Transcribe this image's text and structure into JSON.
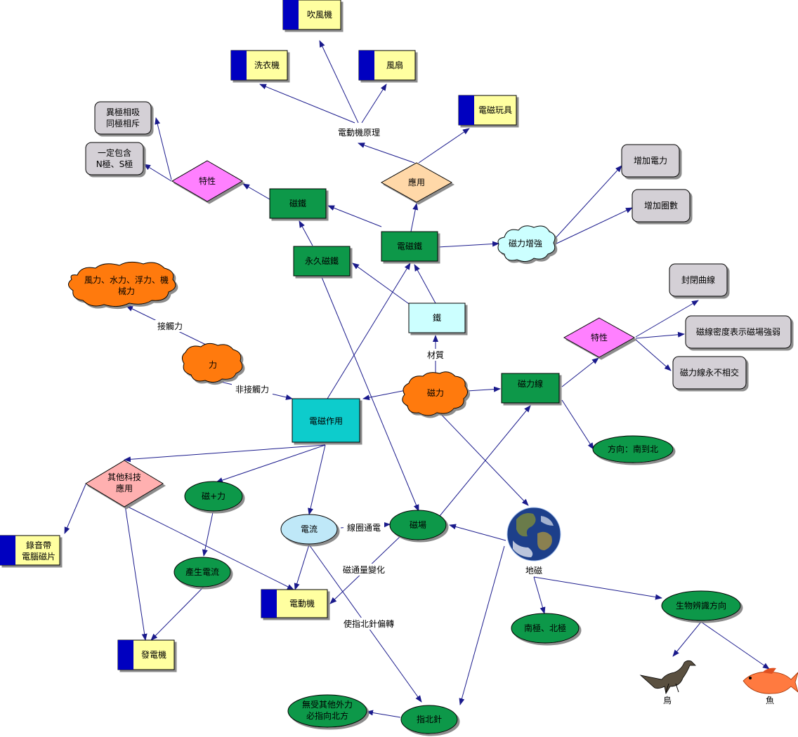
{
  "diagram": {
    "nodes": {
      "chuifengji": "吹風機",
      "xiyiji": "洗衣機",
      "fengshan": "風扇",
      "diancikwanju": "電磁玩具",
      "yijixiangxi": [
        "異極相吸",
        "同極相斥"
      ],
      "yidingbaohan": [
        "一定包含",
        "N極、S極"
      ],
      "texing1": "特性",
      "yingyong": "應用",
      "zengjiadianli": "增加電力",
      "zengjiaquanshu": "增加圈數",
      "citie": "磁鐵",
      "diancitie": "電磁鐵",
      "cilizengqiang": "磁力增強",
      "yongjiucitie": "永久磁鐵",
      "fengli": [
        "風力、水力、浮力、機",
        "械力"
      ],
      "tie": "鐵",
      "fengbiquxian": "封閉曲線",
      "cixianmidu": "磁線密度表示磁場強弱",
      "texing2": "特性",
      "cilixianbuxiangjiao": "磁力線永不相交",
      "li": "力",
      "cili": "磁力",
      "cilixian": "磁力線",
      "diancizuoyong": "電磁作用",
      "fangxiang": "方向：南到北",
      "qitakeji": [
        "其他科技",
        "應用"
      ],
      "cijiali": "磁+力",
      "dianliu": "電流",
      "cichang": "磁場",
      "luyindai": [
        "錄音帶",
        "電腦磁片"
      ],
      "chanshengdianliu": "產生電流",
      "diandongji": "電動機",
      "nanji": "南極、北極",
      "shengwu": "生物辨識方向",
      "fadianji": "發電機",
      "wushou": [
        "無受其他外力",
        "必指向北方"
      ],
      "zhibeizhen": "指北針",
      "niao": "鳥",
      "yu": "魚",
      "dici": "地磁"
    },
    "edge_labels": {
      "diandongjiyuanli": "電動機原理",
      "jiechuli": "接觸力",
      "caizhi": "材質",
      "feijiechuli": "非接觸力",
      "xianquantongdian": "線圈通電",
      "citongliangbianhua": "磁通量變化",
      "shizhibeizhen": "使指北針偏轉"
    },
    "colors": {
      "edge": "#1a1a8c",
      "app_box": "#ffffa0",
      "app_tab": "#0000c0",
      "dark_green": "#119848",
      "gray_box": "#d4d0d6",
      "magenta": "#ff80ff",
      "peach": "#ffd8a8",
      "orange": "#ff7a10",
      "light_cyan": "#ccffff",
      "teal": "#11cccc",
      "pink": "#ffb0b0",
      "light_blue": "#bfe8f8"
    }
  }
}
